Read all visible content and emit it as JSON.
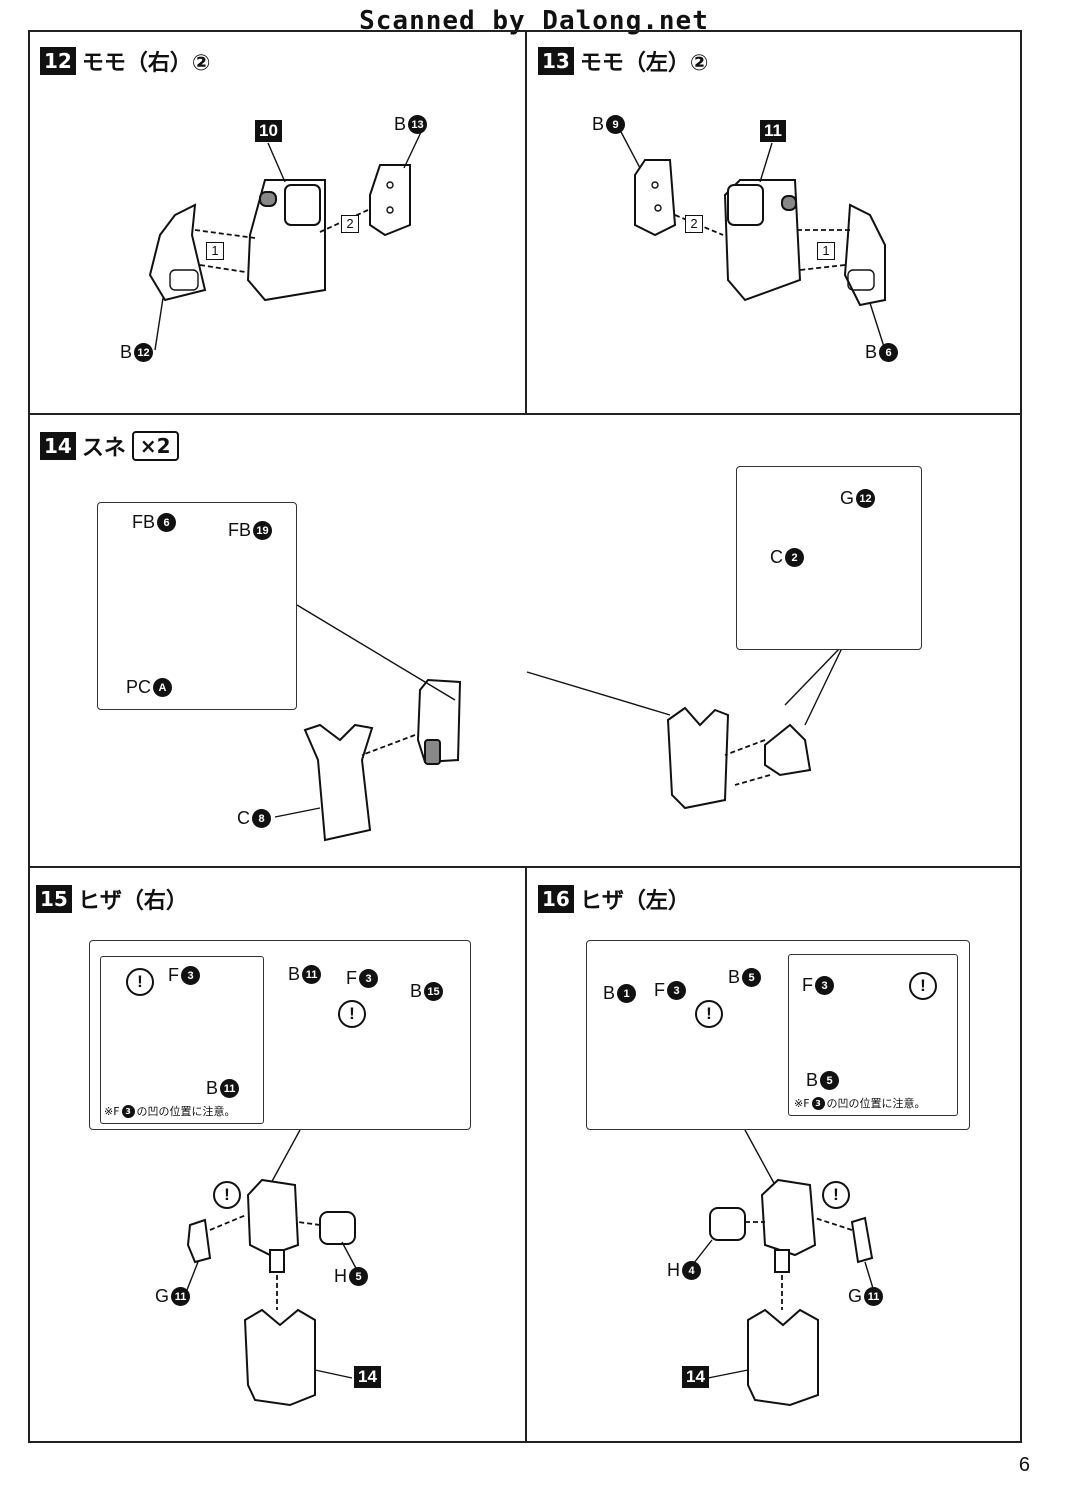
{
  "watermark": "Scanned by Dalong.net",
  "page_number": "6",
  "steps": {
    "s12": {
      "num": "12",
      "title": "モモ（右）②",
      "assembly": "10",
      "labels": {
        "b13": [
          "B",
          "13"
        ],
        "b12": [
          "B",
          "12"
        ]
      },
      "order1": "1",
      "order2": "2"
    },
    "s13": {
      "num": "13",
      "title": "モモ（左）②",
      "assembly": "11",
      "labels": {
        "b9": [
          "B",
          "9"
        ],
        "b6": [
          "B",
          "6"
        ]
      },
      "order1": "1",
      "order2": "2"
    },
    "s14": {
      "num": "14",
      "title": "スネ",
      "qty": "×2",
      "labels": {
        "fb6": [
          "FB",
          "6"
        ],
        "fb19": [
          "FB",
          "19"
        ],
        "pca": [
          "PC",
          "A"
        ],
        "c8": [
          "C",
          "8"
        ],
        "g12": [
          "G",
          "12"
        ],
        "c2": [
          "C",
          "2"
        ]
      }
    },
    "s15": {
      "num": "15",
      "title": "ヒザ（右）",
      "assembly": "14",
      "labels": {
        "f3a": [
          "F",
          "3"
        ],
        "b11a": [
          "B",
          "11"
        ],
        "b11b": [
          "B",
          "11"
        ],
        "f3b": [
          "F",
          "3"
        ],
        "b15": [
          "B",
          "15"
        ],
        "g11": [
          "G",
          "11"
        ],
        "h5": [
          "H",
          "5"
        ]
      },
      "note": [
        "※F",
        "3",
        "の凹の位置に注意。"
      ]
    },
    "s16": {
      "num": "16",
      "title": "ヒザ（左）",
      "assembly": "14",
      "labels": {
        "b1": [
          "B",
          "1"
        ],
        "f3a": [
          "F",
          "3"
        ],
        "b5a": [
          "B",
          "5"
        ],
        "f3b": [
          "F",
          "3"
        ],
        "b5b": [
          "B",
          "5"
        ],
        "h4": [
          "H",
          "4"
        ],
        "g11": [
          "G",
          "11"
        ]
      },
      "note": [
        "※F",
        "3",
        "の凹の位置に注意。"
      ]
    }
  },
  "caution_mark": "!"
}
